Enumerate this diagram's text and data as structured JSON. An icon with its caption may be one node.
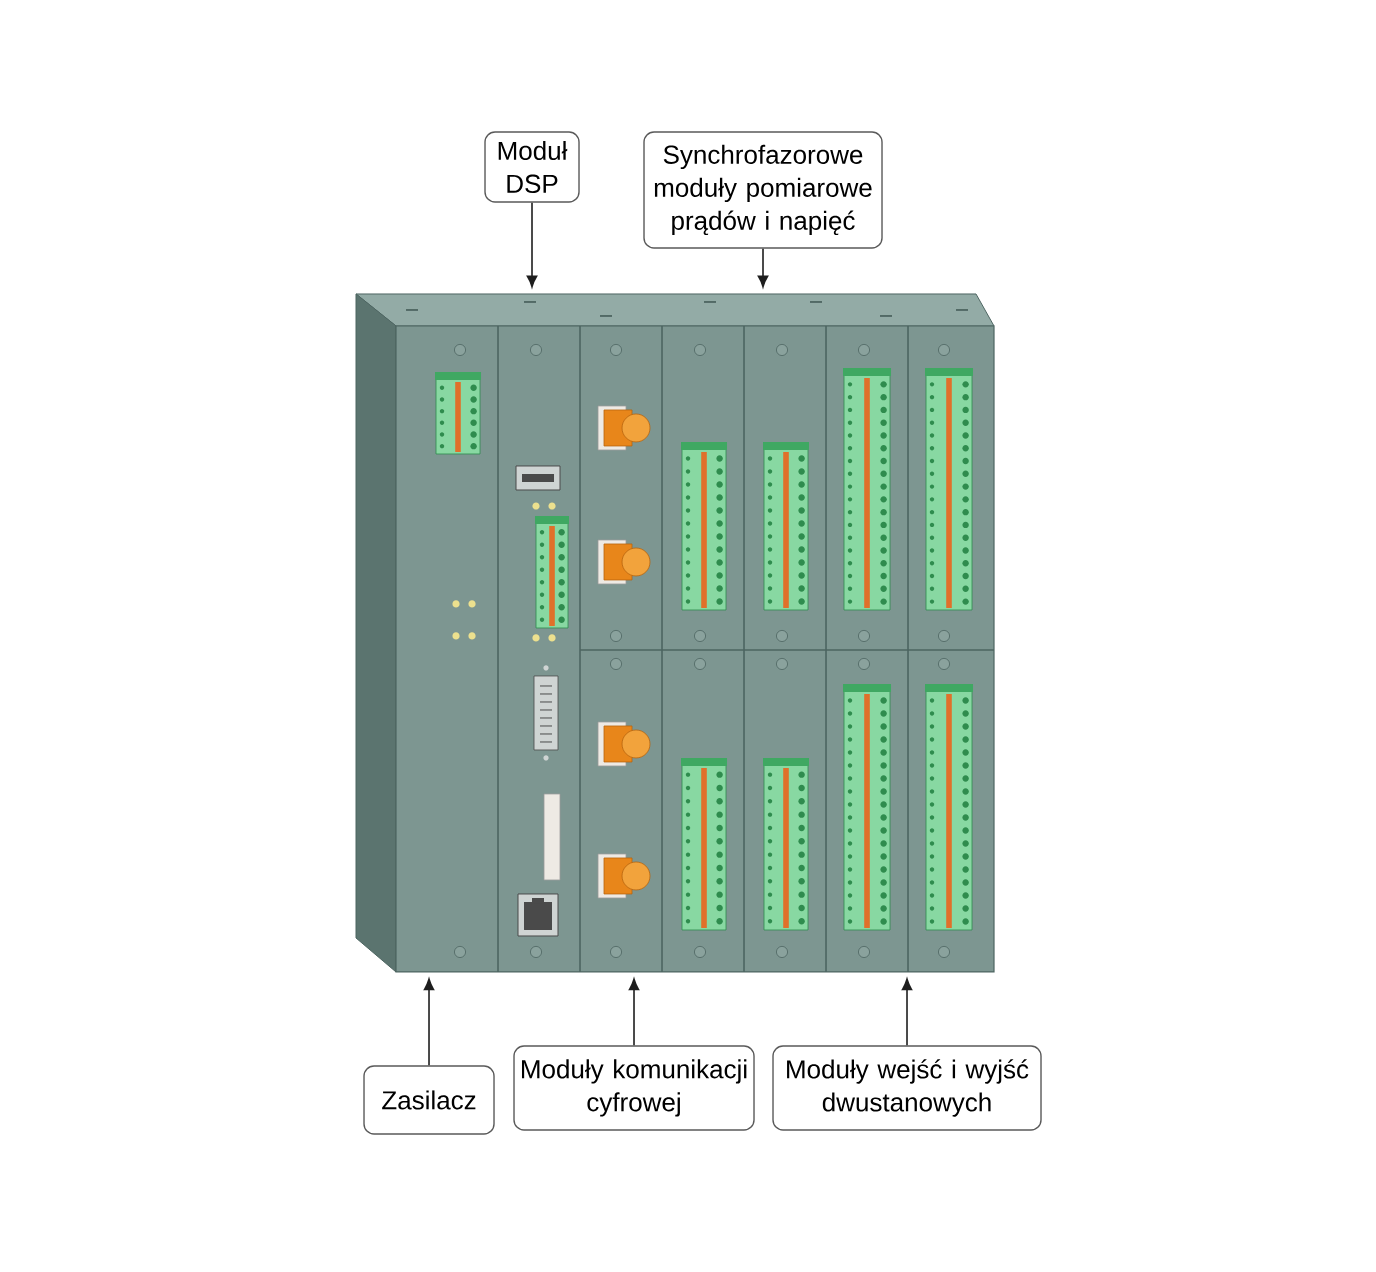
{
  "diagram": {
    "nodes": [
      {
        "text": [
          "Moduł DSP"
        ]
      },
      {
        "text": [
          "Synchrofazorowe moduły pomiarowe prądów i napięć"
        ]
      },
      {
        "text": [],
        "shape": "picture"
      },
      {
        "text": [
          "Zasilacz"
        ]
      },
      {
        "text": [
          "Moduły komunikacji cyfrowej"
        ]
      },
      {
        "text": [
          "Moduły wejść i wyjść dwustanowych"
        ]
      }
    ],
    "edges": [
      {
        "from": 0,
        "to": 2,
        "arrow": "to"
      },
      {
        "from": 1,
        "to": 2,
        "arrow": "to"
      },
      {
        "from": 3,
        "to": 2,
        "arrow": "to"
      },
      {
        "from": 4,
        "to": 2,
        "arrow": "to"
      },
      {
        "from": 5,
        "to": 2,
        "arrow": "to"
      }
    ]
  }
}
